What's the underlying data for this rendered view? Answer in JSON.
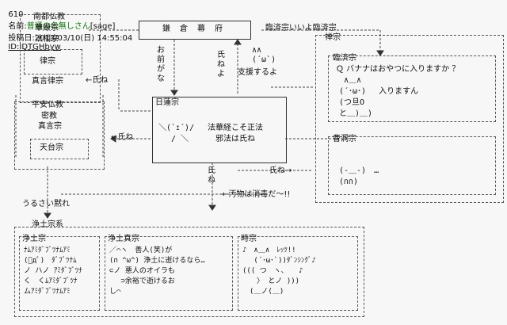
{
  "header": {
    "num": "610",
    "name_label": "名前:",
    "name": "普通の名無しさん",
    "mail": "[sage]",
    "date_label": "投稿日:",
    "date": "2013/03/10(日) 14:55:04",
    "id": "ID:IDTGHbyw"
  },
  "nanto": {
    "title": "南都仏教",
    "kegon": "華厳宗",
    "hosso": "法相宗",
    "ritsu": "律宗"
  },
  "shingon_ritsu": "真言律宗",
  "heian": {
    "title": "平安仏教",
    "mikkyo": "密教",
    "shingon": "真言宗",
    "tendai": "天台宗"
  },
  "kamakura": "鎌倉幕府",
  "nichiren": {
    "title": "日蓮宗",
    "face": "＼(`ｪ´)/",
    "line1": "法華経こそ正法",
    "line2": "邪法は氏ね",
    "face2": "/ ＼"
  },
  "zen": {
    "title": "禅宗",
    "rinzai": "臨済宗",
    "rinzai_q": "Ｑ バナナはおやつに入りますか ？",
    "aa1": "∧＿∧",
    "aa2": "(´･ω･)　 入りますん",
    "aa3": "(つ旦O",
    "aa4": "と＿)＿)",
    "soto": "曹洞宗",
    "aa5": "(-＿-)　…",
    "aa6": "(∩∩)"
  },
  "jodo": {
    "group": "浄土宗系",
    "jodo_title": "浄土宗",
    "jodo_lines": [
      "ﾅﾑｱﾐﾀﾞﾌﾞﾂﾅﾑｱﾐ",
      "(ﾟдﾟ)　ﾀﾞﾌﾞﾂﾅﾑ",
      "ノ ハノ ｱﾐﾀﾞﾌﾞﾂﾅ",
      "く　くﾑｱﾐﾀﾞﾌﾞﾂﾅ",
      "ムｱﾐﾀﾞﾌﾞﾂﾅﾑｱﾐ"
    ],
    "shin_title": "浄土真宗",
    "shin_lines": [
      "／⌒ヽ　善人(笑)が",
      "(∩ ^ω^) 浄土に逝けるなら…",
      "⊂ノ 悪人のオイラも",
      "　 ⊃余裕で逝けるお",
      "し⌒"
    ],
    "ji_title": "時宗",
    "ji_lines": [
      "♪　∧＿∧　ﾚｯﾂ!!",
      "　 (´･ω･`))ﾀﾞﾝｼﾝｸﾞ♪",
      "((( つ　ヽ、　　♪",
      "　　〉 とノ )))",
      "　(＿ノ(＿)"
    ]
  },
  "labels": {
    "omaegana": "お前がな",
    "shineyo": "氏ねよ",
    "aa_top": "∧∧",
    "aa_face": "(´ω`)",
    "shien": "支援するよ",
    "rinzai_iiyo": "臨済宗いいよ臨済宗",
    "shine_a": "氏ね",
    "shine_b": "氏ね",
    "shine_c": "氏ね",
    "shine_d": "氏ね",
    "arrow_left": "←",
    "kegare": "汚物は消毒だ〜!!",
    "urusai": "うるさい黙れ"
  }
}
